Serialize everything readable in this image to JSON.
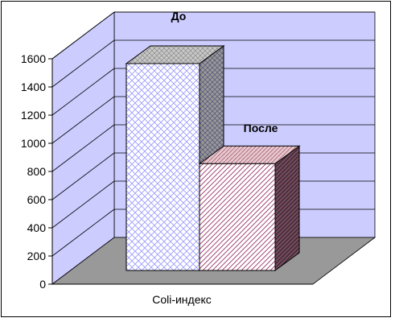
{
  "chart_data": {
    "type": "bar",
    "categories": [
      "Coli-индекс"
    ],
    "series": [
      {
        "name": "До",
        "values": [
          1550
        ]
      },
      {
        "name": "После",
        "values": [
          800
        ]
      }
    ],
    "ylim": [
      0,
      1600
    ],
    "y_ticks": [
      "0",
      "200",
      "400",
      "600",
      "800",
      "1000",
      "1200",
      "1400",
      "1600"
    ],
    "grid": true,
    "colors": {
      "wall": "#ccccff",
      "floor": "#999999",
      "series_1": "#9999ff",
      "series_2": "#993366"
    }
  }
}
